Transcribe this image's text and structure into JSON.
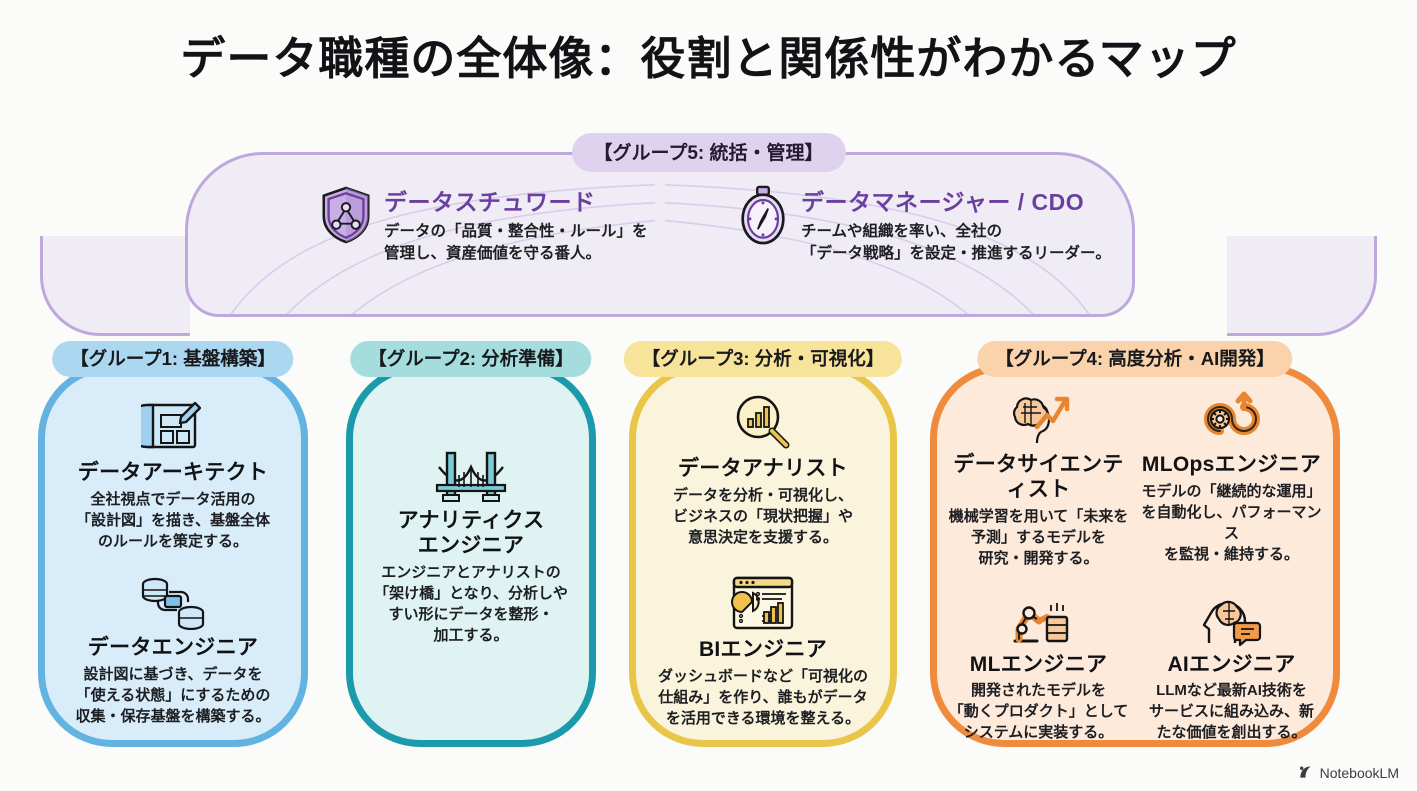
{
  "title": "データ職種の全体像：役割と関係性がわかるマップ",
  "watermark": {
    "label": "NotebookLM",
    "icon": "notebooklm-logo-icon"
  },
  "group5": {
    "label": "【グループ5: 統括・管理】",
    "accent": "#6b3f9e",
    "fill": "#f0ecf6",
    "border": "#bfa8dd",
    "roles": [
      {
        "name": "データスチュワード",
        "icon": "shield-network-icon",
        "desc": "データの「品質・整合性・ルール」を\n管理し、資産価値を守る番人。"
      },
      {
        "name": "データマネージャー / CDO",
        "icon": "compass-icon",
        "desc": "チームや組織を率い、全社の\n「データ戦略」を設定・推進するリーダー。"
      }
    ]
  },
  "groups": [
    {
      "id": "group1",
      "label": "【グループ1: 基盤構築】",
      "border": "#63b3e0",
      "fill": "#d8ecfa",
      "pill": "#abd7f0",
      "roles": [
        {
          "name": "データアーキテクト",
          "icon": "blueprint-pencil-icon",
          "desc": "全社視点でデータ活用の\n「設計図」を描き、基盤全体\nのルールを策定する。"
        },
        {
          "name": "データエンジニア",
          "icon": "database-pipeline-icon",
          "desc": "設計図に基づき、データを\n「使える状態」にするための\n収集・保存基盤を構築する。"
        }
      ]
    },
    {
      "id": "group2",
      "label": "【グループ2: 分析準備】",
      "border": "#1b9aac",
      "fill": "#dff3f2",
      "pill": "#a5dcdd",
      "roles": [
        {
          "name": "アナリティクス\nエンジニア",
          "icon": "bridge-icon",
          "desc": "エンジニアとアナリストの\n「架け橋」となり、分析しや\nすい形にデータを整形・\n加工する。"
        }
      ]
    },
    {
      "id": "group3",
      "label": "【グループ3: 分析・可視化】",
      "border": "#e9c54a",
      "fill": "#fbf4dc",
      "pill": "#f7e39a",
      "roles": [
        {
          "name": "データアナリスト",
          "icon": "magnifier-barchart-icon",
          "desc": "データを分析・可視化し、\nビジネスの「現状把握」や\n意思決定を支援する。"
        },
        {
          "name": "BIエンジニア",
          "icon": "dashboard-icon",
          "desc": "ダッシュボードなど「可視化の\n仕組み」を作り、誰もがデータ\nを活用できる環境を整える。"
        }
      ]
    },
    {
      "id": "group4",
      "label": "【グループ4: 高度分析・AI開発】",
      "border": "#f08a3c",
      "fill": "#fdeadb",
      "pill": "#fad2ab",
      "roles": [
        {
          "name": "データサイエンティスト",
          "icon": "brain-trendline-icon",
          "desc": "機械学習を用いて「未来を\n予測」するモデルを\n研究・開発する。"
        },
        {
          "name": "MLOpsエンジニア",
          "icon": "infinity-gear-icon",
          "desc": "モデルの「継続的な運用」\nを自動化し、パフォーマンス\nを監視・維持する。"
        },
        {
          "name": "MLエンジニア",
          "icon": "robot-arm-server-icon",
          "desc": "開発されたモデルを\n「動くプロダクト」として\nシステムに実装する。"
        },
        {
          "name": "AIエンジニア",
          "icon": "head-brain-chat-icon",
          "desc": "LLMなど最新AI技術を\nサービスに組み込み、新\nたな価値を創出する。"
        }
      ]
    }
  ]
}
